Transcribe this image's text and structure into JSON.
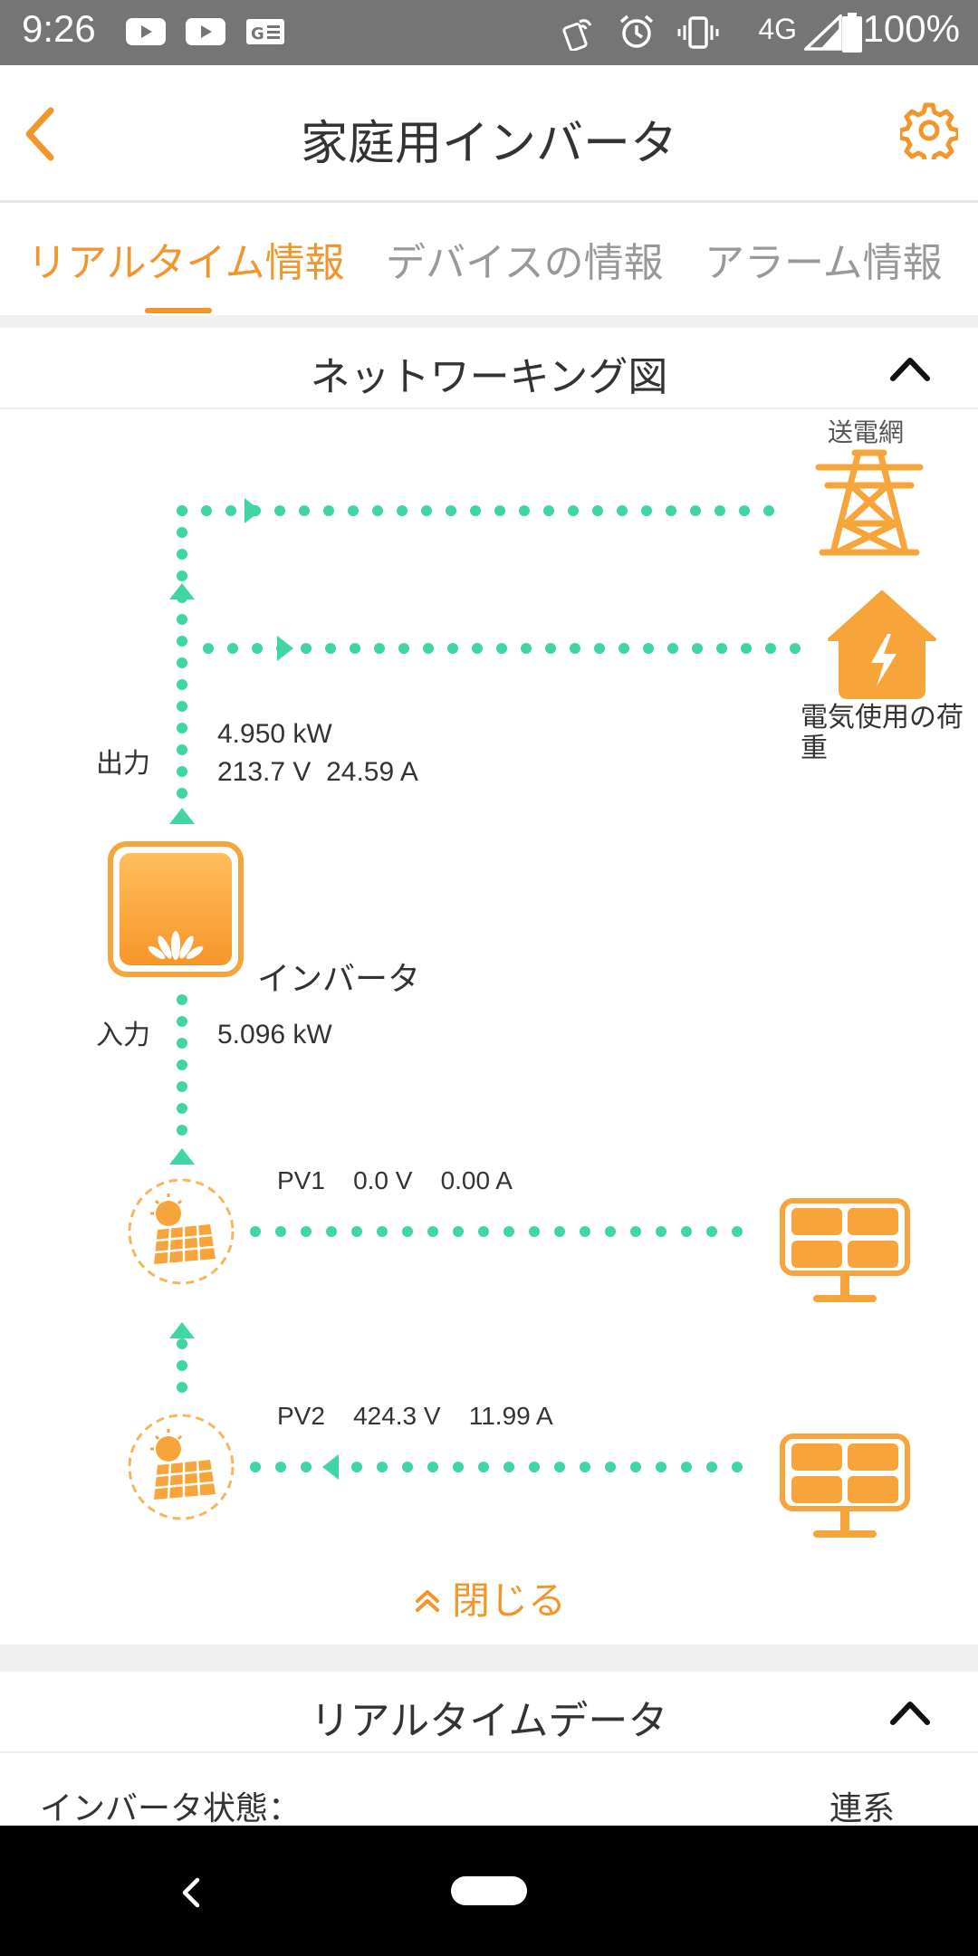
{
  "status_bar": {
    "time": "9:26",
    "network": "4G",
    "battery": "100%",
    "notification_icons": [
      "youtube-icon",
      "youtube-icon",
      "news-icon"
    ],
    "system_icons": [
      "nfc-icon",
      "alarm-icon",
      "vibrate-icon",
      "signal-icon",
      "battery-icon"
    ]
  },
  "header": {
    "title": "家庭用インバータ"
  },
  "tabs": [
    {
      "label": "リアルタイム情報",
      "active": true
    },
    {
      "label": "デバイスの情報",
      "active": false
    },
    {
      "label": "アラーム情報",
      "active": false
    }
  ],
  "networking": {
    "title": "ネットワーキング図",
    "grid_label": "送電網",
    "load_label": "電気使用の荷重",
    "output_label": "出力",
    "output_power": "4.950 kW",
    "output_vi": "213.7 V  24.59 A",
    "inverter_label": "インバータ",
    "input_label": "入力",
    "input_power": "5.096 kW",
    "pv1": {
      "name": "PV1",
      "voltage": "0.0 V",
      "current": "0.00 A"
    },
    "pv2": {
      "name": "PV2",
      "voltage": "424.3 V",
      "current": "11.99 A"
    },
    "close_label": "閉じる"
  },
  "realtime": {
    "title": "リアルタイムデータ",
    "rows": [
      {
        "label": "インバータ状態：",
        "value": "連系"
      }
    ]
  },
  "colors": {
    "accent": "#f2962b",
    "flow": "#3fd6a2",
    "icon_orange": "#f7a53a"
  }
}
